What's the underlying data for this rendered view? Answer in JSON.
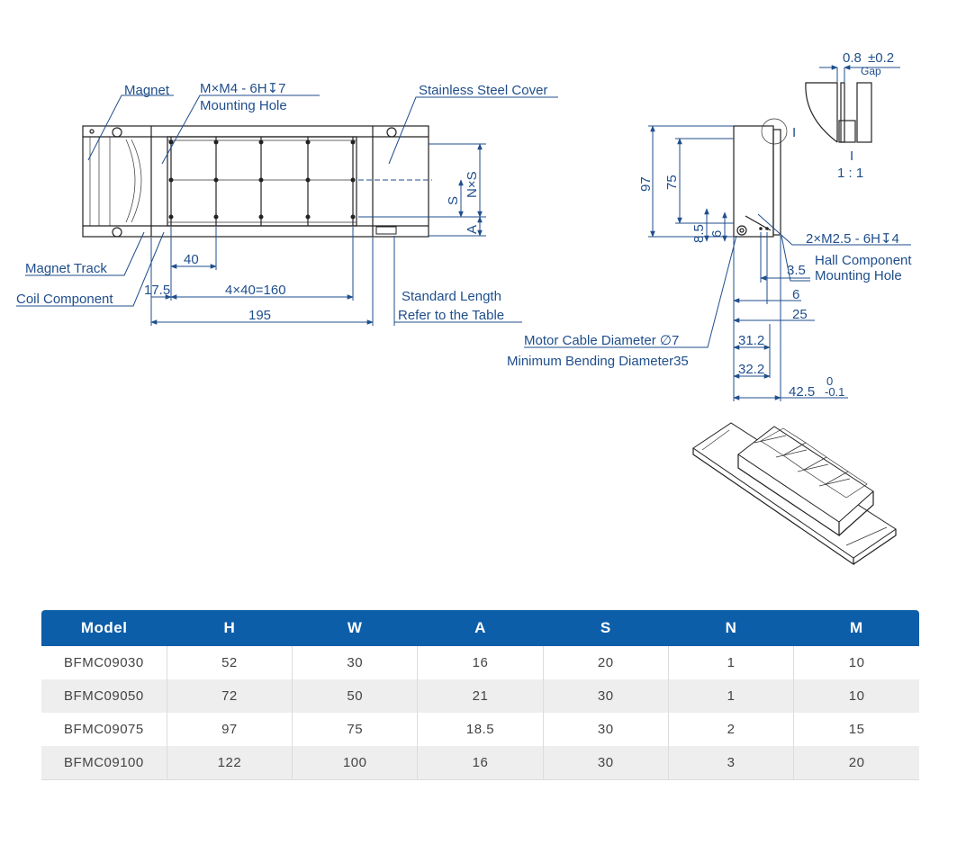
{
  "labels": {
    "magnet": "Magnet",
    "mounting_hole_spec": "M×M4 - 6H↧7",
    "mounting_hole": "Mounting Hole",
    "stainless_cover": "Stainless Steel Cover",
    "magnet_track": "Magnet Track",
    "coil_component": "Coil Component",
    "standard_length": "Standard Length",
    "refer_table": "Refer to the Table",
    "dim_40": "40",
    "dim_17_5": "17.5",
    "dim_4x40": "4×40=160",
    "dim_195": "195",
    "dim_s": "S",
    "dim_nxs": "N×S",
    "dim_a": "A",
    "gap_value": "0.8",
    "gap_tol": "±0.2",
    "gap_label": "Gap",
    "detail_mark": "I",
    "detail_scale": "1 : 1",
    "detail_mark_side": "I",
    "dim_97": "97",
    "dim_75": "75",
    "dim_8_5": "8.5",
    "dim_6_v": "6",
    "hall_spec": "2×M2.5 - 6H↧4",
    "hall_comp": "Hall Component",
    "hall_hole": "Mounting Hole",
    "dim_3_5": "3.5",
    "dim_6": "6",
    "dim_25": "25",
    "motor_cable": "Motor Cable Diameter ∅7",
    "min_bending": "Minimum Bending Diameter35",
    "dim_31_2": "31.2",
    "dim_32_2": "32.2",
    "dim_42_5": "42.5",
    "tol_upper": "0",
    "tol_lower": "-0.1"
  },
  "colors": {
    "line": "#1f4e8c",
    "header": "#0d5ea8"
  },
  "table": {
    "headers": [
      "Model",
      "H",
      "W",
      "A",
      "S",
      "N",
      "M"
    ],
    "rows": [
      [
        "BFMC09030",
        "52",
        "30",
        "16",
        "20",
        "1",
        "10"
      ],
      [
        "BFMC09050",
        "72",
        "50",
        "21",
        "30",
        "1",
        "10"
      ],
      [
        "BFMC09075",
        "97",
        "75",
        "18.5",
        "30",
        "2",
        "15"
      ],
      [
        "BFMC09100",
        "122",
        "100",
        "16",
        "30",
        "3",
        "20"
      ]
    ]
  }
}
